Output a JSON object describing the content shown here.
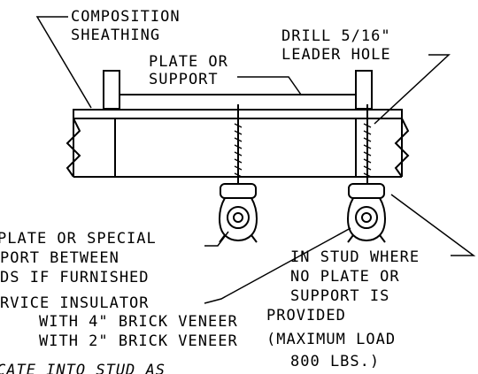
{
  "labels": {
    "composition_sheathing": [
      "COMPOSITION",
      "SHEATHING"
    ],
    "plate_or_support": [
      "PLATE OR",
      "SUPPORT"
    ],
    "drill_leader_hole": [
      "DRILL 5/16\"",
      "LEADER HOLE"
    ],
    "plate_or_special": [
      "PLATE OR SPECIAL",
      "PORT BETWEEN",
      "DS IF FURNISHED"
    ],
    "service_insulator": [
      "RVICE INSULATOR",
      "WITH 4\" BRICK VENEER",
      "WITH 2\" BRICK VENEER"
    ],
    "in_stud_where": [
      "IN STUD WHERE",
      "NO PLATE OR",
      "SUPPORT IS",
      "PROVIDED",
      "(MAXIMUM LOAD",
      "800 LBS.)"
    ],
    "bottom_cut": "CATE INTO STUD AS"
  },
  "colors": {
    "line": "#000000",
    "background": "#ffffff"
  }
}
